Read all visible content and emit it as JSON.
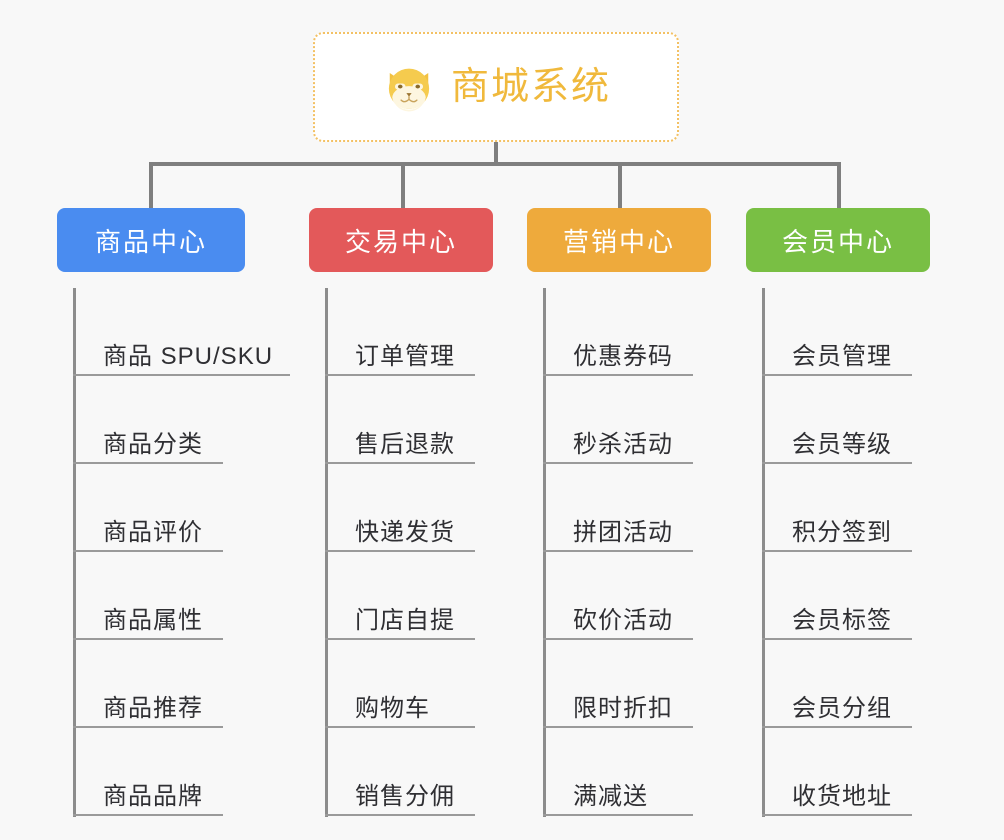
{
  "background_color": "#f8f8f8",
  "root": {
    "title": "商城系统",
    "icon": "shiba-dog-emoji",
    "title_color": "#f0b93c",
    "border_color": "#f3c164"
  },
  "connector_color": "#7f7f7f",
  "categories": [
    {
      "label": "商品中心",
      "color": "#4a8cf0",
      "items": [
        "商品 SPU/SKU",
        "商品分类",
        "商品评价",
        "商品属性",
        "商品推荐",
        "商品品牌"
      ]
    },
    {
      "label": "交易中心",
      "color": "#e3595a",
      "items": [
        "订单管理",
        "售后退款",
        "快递发货",
        "门店自提",
        "购物车",
        "销售分佣"
      ]
    },
    {
      "label": "营销中心",
      "color": "#eeaa3c",
      "items": [
        "优惠券码",
        "秒杀活动",
        "拼团活动",
        "砍价活动",
        "限时折扣",
        "满减送"
      ]
    },
    {
      "label": "会员中心",
      "color": "#79bf44",
      "items": [
        "会员管理",
        "会员等级",
        "积分签到",
        "会员标签",
        "会员分组",
        "收货地址"
      ]
    }
  ],
  "chart_data": {
    "type": "tree",
    "title": "商城系统",
    "root": "商城系统",
    "nodes": [
      {
        "parent": "商城系统",
        "name": "商品中心",
        "children": [
          "商品 SPU/SKU",
          "商品分类",
          "商品评价",
          "商品属性",
          "商品推荐",
          "商品品牌"
        ]
      },
      {
        "parent": "商城系统",
        "name": "交易中心",
        "children": [
          "订单管理",
          "售后退款",
          "快递发货",
          "门店自提",
          "购物车",
          "销售分佣"
        ]
      },
      {
        "parent": "商城系统",
        "name": "营销中心",
        "children": [
          "优惠券码",
          "秒杀活动",
          "拼团活动",
          "砍价活动",
          "限时折扣",
          "满减送"
        ]
      },
      {
        "parent": "商城系统",
        "name": "会员中心",
        "children": [
          "会员管理",
          "会员等级",
          "积分签到",
          "会员标签",
          "会员分组",
          "收货地址"
        ]
      }
    ]
  }
}
